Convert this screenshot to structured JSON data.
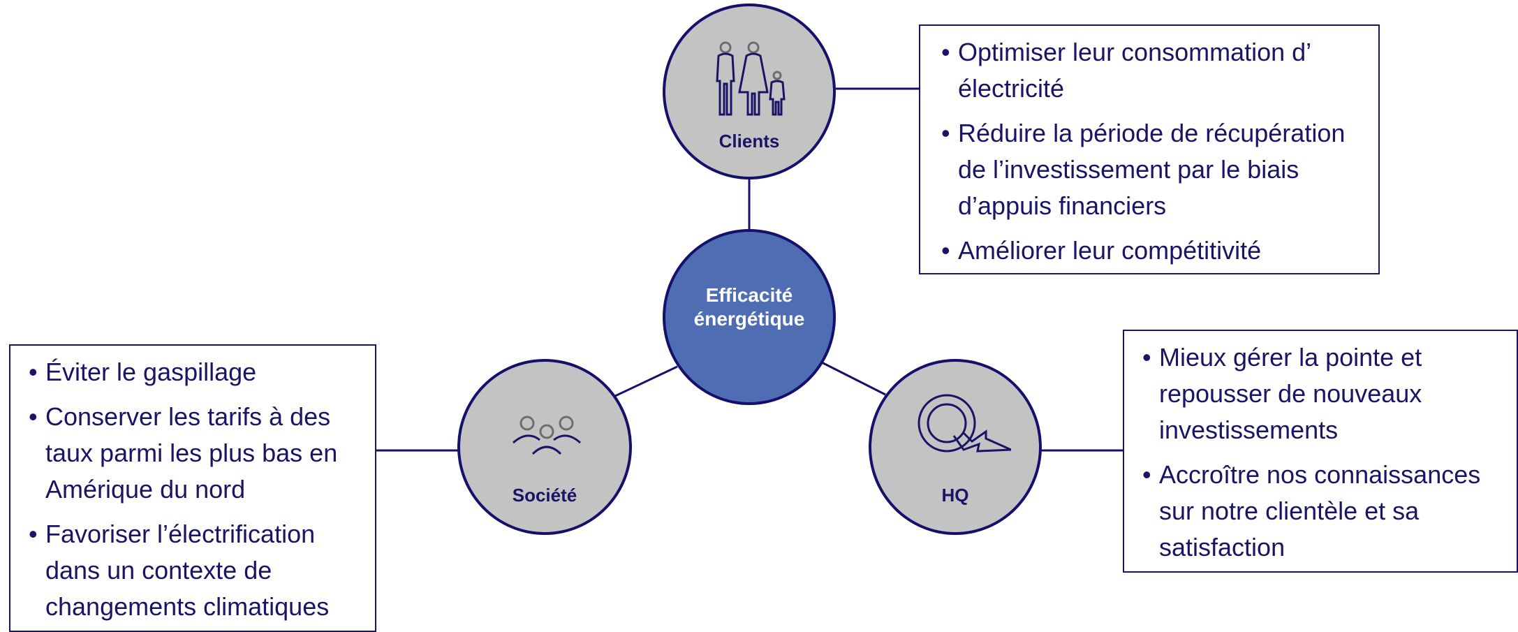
{
  "center": {
    "label": "Efficacité énergétique"
  },
  "nodes": {
    "clients": {
      "label": "Clients",
      "icon": "family-icon",
      "bullets": [
        "Optimiser leur consommation d’ électricité",
        "Réduire la période de récupération de l’investissement par le biais d’appuis financiers",
        "Améliorer leur compétitivité"
      ]
    },
    "societe": {
      "label": "Société",
      "icon": "people-group-icon",
      "bullets": [
        "Éviter le gaspillage",
        "Conserver les tarifs à des taux parmi les plus bas en Amérique du nord",
        "Favoriser l’électrification dans un contexte de changements climatiques"
      ]
    },
    "hq": {
      "label": "HQ",
      "icon": "hydro-quebec-logo-icon",
      "bullets": [
        "Mieux gérer la pointe et repousser de nouveaux investissements",
        "Accroître nos connaissances sur notre clientèle et sa satisfaction"
      ]
    }
  },
  "colors": {
    "outline": "#14106b",
    "node_fill": "#c3c3c3",
    "center_fill": "#4e6db3",
    "text": "#1a1466"
  }
}
